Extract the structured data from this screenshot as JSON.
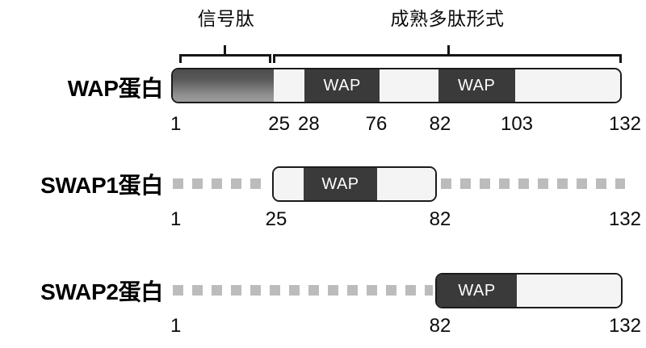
{
  "figure": {
    "title_sections": {
      "signal_peptide": "信号肽",
      "mature_peptide": "成熟多肽形式"
    },
    "domain_label": "WAP"
  },
  "chart_data": {
    "type": "diagram",
    "title": "",
    "description": "Protein domain architecture of WAP protein and its two truncated variants SWAP1 and SWAP2",
    "axis_unit": "amino acid residue",
    "axis_range": [
      1,
      132
    ],
    "annotations": [
      {
        "label": "信号肽",
        "start": 1,
        "end": 25
      },
      {
        "label": "成熟多肽形式",
        "start": 25,
        "end": 132
      }
    ],
    "tracks": [
      {
        "name": "WAP蛋白",
        "ticks": [
          "1",
          "25",
          "28",
          "76",
          "82",
          "103",
          "132"
        ],
        "tick_positions": [
          1,
          25,
          28,
          76,
          82,
          103,
          132
        ],
        "segments": [
          {
            "type": "signal",
            "label": "",
            "start": 1,
            "end": 25,
            "style": "gradient"
          },
          {
            "type": "linker",
            "label": "",
            "start": 25,
            "end": 28,
            "style": "light"
          },
          {
            "type": "domain",
            "label": "WAP",
            "start": 28,
            "end": 76,
            "style": "dark"
          },
          {
            "type": "linker",
            "label": "",
            "start": 76,
            "end": 82,
            "style": "light"
          },
          {
            "type": "domain",
            "label": "WAP",
            "start": 82,
            "end": 103,
            "style": "dark"
          },
          {
            "type": "linker",
            "label": "",
            "start": 103,
            "end": 132,
            "style": "light"
          }
        ]
      },
      {
        "name": "SWAP1蛋白",
        "ticks": [
          "1",
          "25",
          "82",
          "132"
        ],
        "tick_positions": [
          1,
          25,
          82,
          132
        ],
        "segments": [
          {
            "type": "deleted",
            "label": "",
            "start": 1,
            "end": 25,
            "style": "dashed"
          },
          {
            "type": "linker",
            "label": "",
            "start": 25,
            "end": 28,
            "style": "light"
          },
          {
            "type": "domain",
            "label": "WAP",
            "start": 28,
            "end": 76,
            "style": "dark"
          },
          {
            "type": "linker",
            "label": "",
            "start": 76,
            "end": 82,
            "style": "light"
          },
          {
            "type": "deleted",
            "label": "",
            "start": 82,
            "end": 132,
            "style": "dashed"
          }
        ]
      },
      {
        "name": "SWAP2蛋白",
        "ticks": [
          "1",
          "82",
          "132"
        ],
        "tick_positions": [
          1,
          82,
          132
        ],
        "segments": [
          {
            "type": "deleted",
            "label": "",
            "start": 1,
            "end": 82,
            "style": "dashed"
          },
          {
            "type": "domain",
            "label": "WAP",
            "start": 82,
            "end": 103,
            "style": "dark"
          },
          {
            "type": "linker",
            "label": "",
            "start": 103,
            "end": 132,
            "style": "light"
          }
        ]
      }
    ]
  },
  "colors": {
    "background": "#ffffff",
    "domain_dark": "#3a3a3a",
    "linker_light": "#f4f4f4",
    "signal_gradient_from": "#4d4d4d",
    "signal_gradient_to": "#9c9c9c",
    "dashed_gray": "#bcbcbc",
    "outline": "#1b1b1b",
    "text": "#0b0b0b"
  }
}
